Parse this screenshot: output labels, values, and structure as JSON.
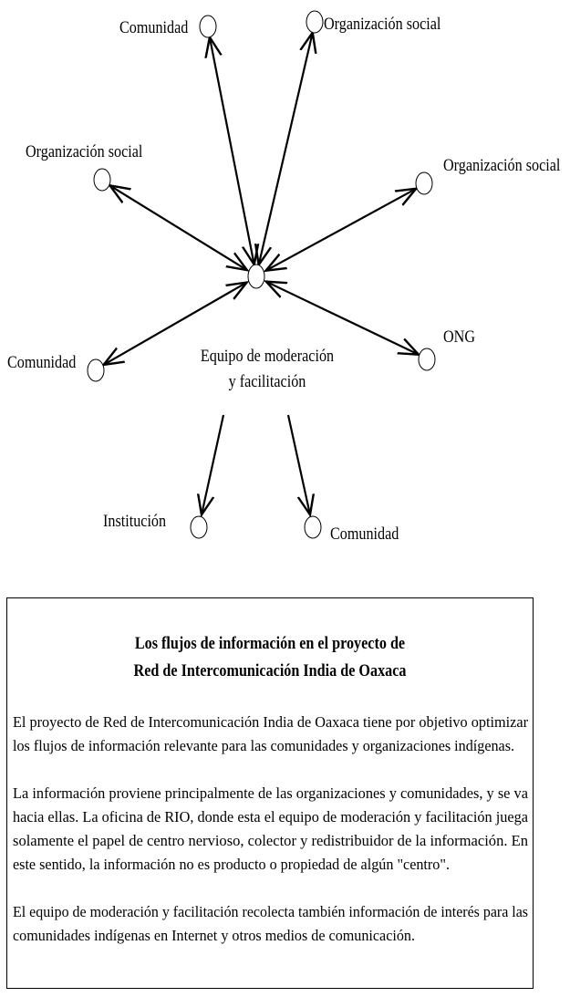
{
  "diagram": {
    "center_label": [
      "Equipo de moderación",
      "y facilitación"
    ],
    "nodes": [
      {
        "id": "comunidad-top",
        "label": "Comunidad",
        "link": "bidirectional"
      },
      {
        "id": "org-social-top",
        "label": "Organización social",
        "link": "bidirectional"
      },
      {
        "id": "org-social-left",
        "label": "Organización social",
        "link": "bidirectional"
      },
      {
        "id": "org-social-right",
        "label": "Organización social",
        "link": "bidirectional"
      },
      {
        "id": "comunidad-left",
        "label": "Comunidad",
        "link": "bidirectional"
      },
      {
        "id": "ong",
        "label": "ONG",
        "link": "bidirectional"
      },
      {
        "id": "institucion",
        "label": "Institución",
        "link": "outgoing"
      },
      {
        "id": "comunidad-bottom",
        "label": "Comunidad",
        "link": "outgoing"
      }
    ]
  },
  "textbox": {
    "title": [
      "Los flujos de información en el proyecto de",
      "Red de Intercomunicación India de Oaxaca"
    ],
    "paragraphs": [
      [
        "El proyecto de Red de Intercomunicación India de Oaxaca tiene por objetivo optimizar",
        "los flujos de información relevante para las comunidades y organizaciones indígenas."
      ],
      [
        "La información proviene principalmente de las organizaciones y comunidades, y se va",
        "hacia ellas. La oficina de RIO, donde esta el equipo de moderación y facilitación juega",
        "solamente el papel de centro nervioso, colector y redistribuidor de la información. En",
        "este sentido, la información no es producto o propiedad de algún \"centro\"."
      ],
      [
        "El equipo de moderación y facilitación recolecta también información de interés para las",
        "comunidades indígenas en Internet y otros medios de comunicación."
      ]
    ]
  }
}
